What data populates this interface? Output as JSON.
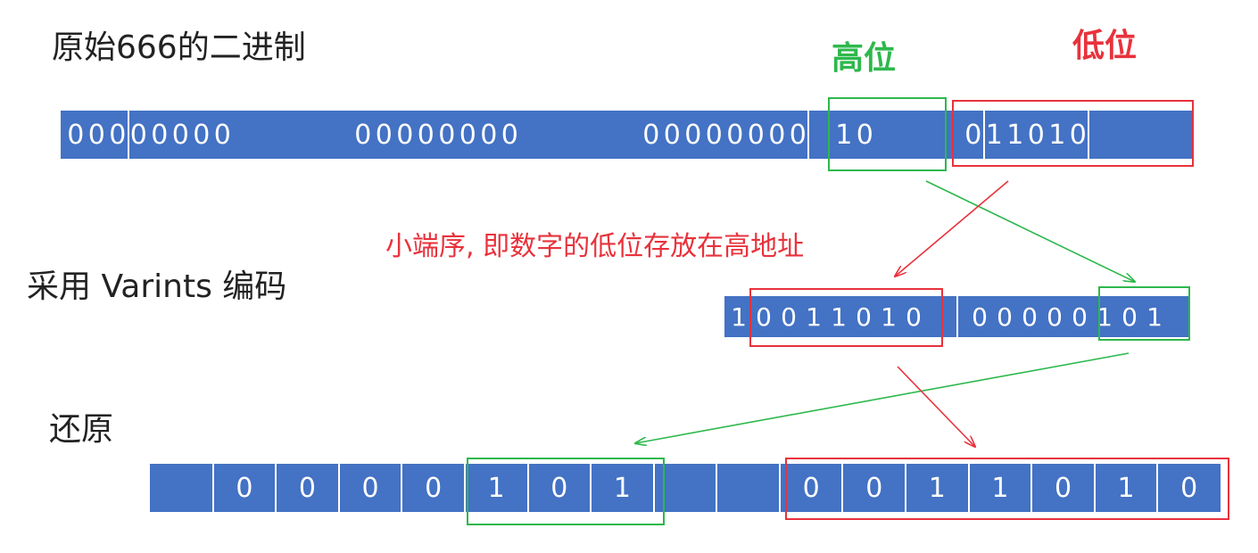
{
  "titles": {
    "original": "原始666的二进制",
    "varints": "采用 Varints 编码",
    "restore": "还原"
  },
  "labels": {
    "high": "高位",
    "low": "低位",
    "note": "小端序, 即数字的低位存放在高地址"
  },
  "colors": {
    "bar": "#4472c4",
    "high": "#2db84c",
    "low": "#e8323c",
    "text": "#222222"
  },
  "rows": {
    "original": {
      "groups": [
        [
          "0",
          "0",
          "0",
          "0",
          "0",
          "0",
          "0",
          "0"
        ],
        [
          "0",
          "0",
          "0",
          "0",
          "0",
          "0",
          "0",
          "0"
        ],
        [
          "0",
          "0",
          "0",
          "0",
          "0",
          "0",
          "0",
          "0"
        ],
        [
          "1",
          "0",
          "0",
          "1",
          "1",
          "0",
          "1",
          "0"
        ]
      ]
    },
    "varints": {
      "groups": [
        [
          "1",
          "0",
          "0",
          "1",
          "1",
          "0",
          "1",
          "0"
        ],
        [
          "0",
          "0",
          "0",
          "0",
          "0",
          "1",
          "0",
          "1"
        ]
      ]
    },
    "restore": {
      "cells": [
        "",
        "0",
        "0",
        "0",
        "0",
        "1",
        "0",
        "1",
        "",
        "",
        "0",
        "0",
        "1",
        "1",
        "0",
        "1",
        "0"
      ]
    }
  }
}
